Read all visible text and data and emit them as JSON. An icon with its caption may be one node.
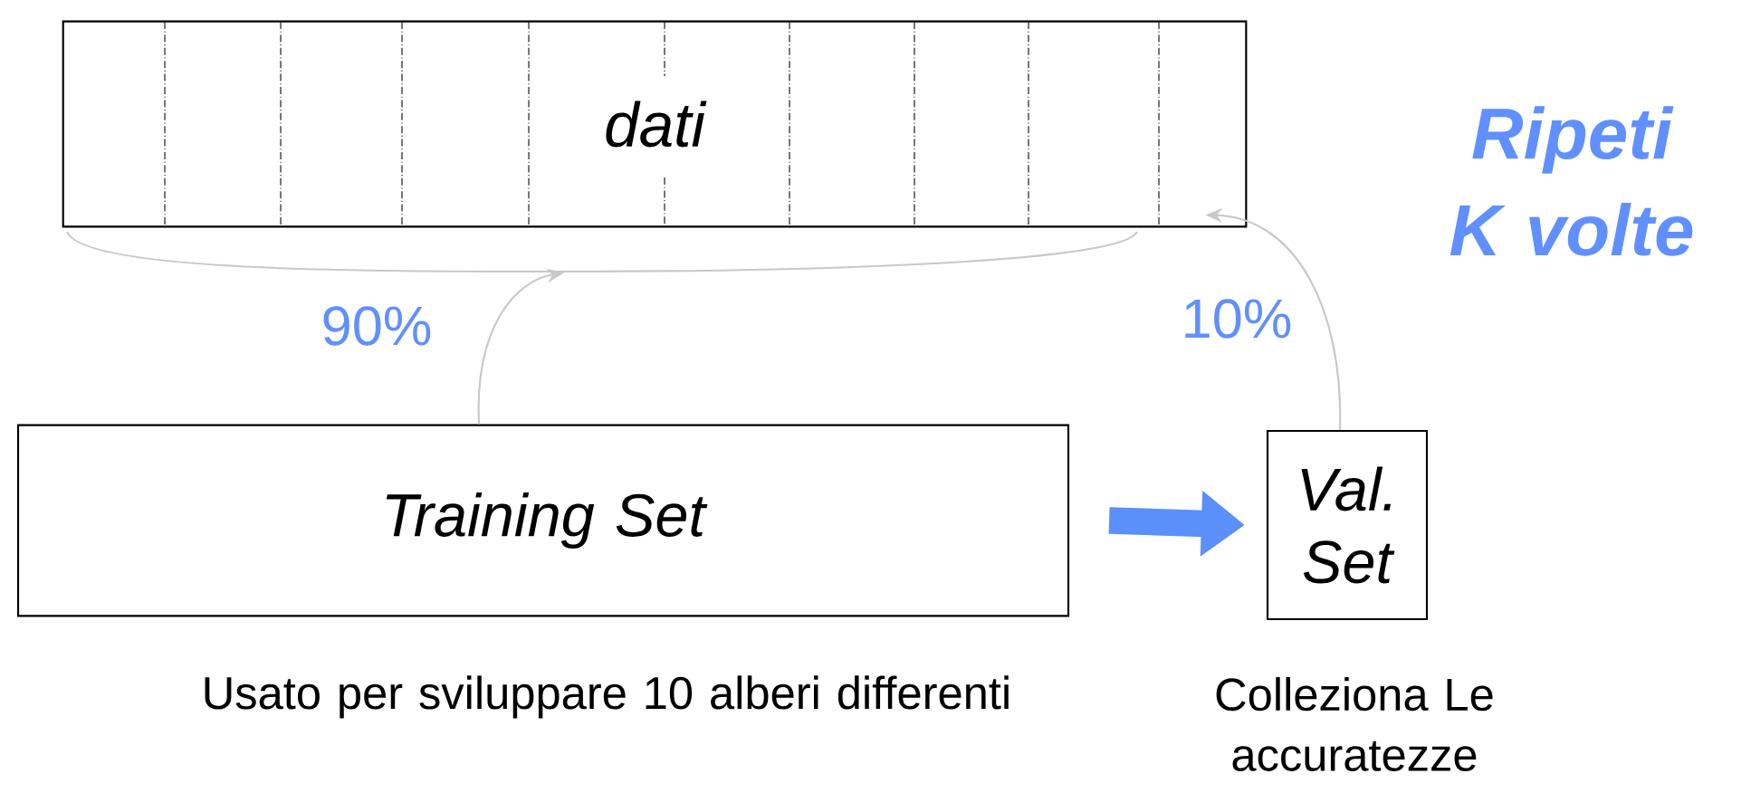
{
  "diagram": {
    "nodes": [
      {
        "text": [
          "dati"
        ]
      },
      {
        "text": [
          "Training Set"
        ],
        "beside": [
          "Usato per sviluppare 10 alberi differenti"
        ]
      },
      {
        "text": [
          "Val. Set"
        ],
        "beside": [
          "Colleziona Le accuratezze"
        ]
      }
    ],
    "edges": [
      {
        "from": 1,
        "to": 0,
        "arrow": "to",
        "label": "90%"
      },
      {
        "from": 2,
        "to": 0,
        "arrow": "to",
        "label": "10%"
      },
      {
        "from": 1,
        "to": 2,
        "arrow": "to",
        "style": "thick",
        "color": "#5b8ff9"
      }
    ],
    "labels": [
      "Ripeti K volte"
    ]
  }
}
